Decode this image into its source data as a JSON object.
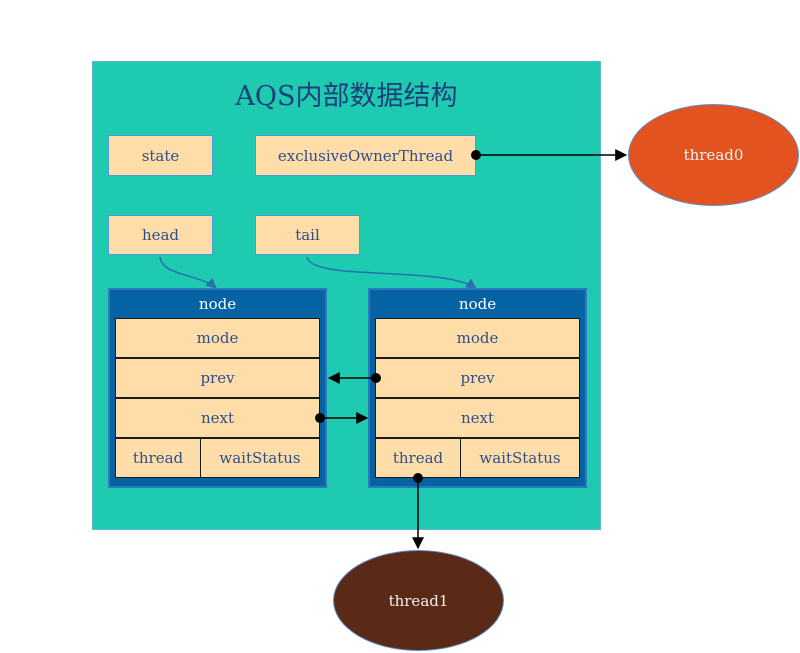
{
  "title": "AQS内部数据结构",
  "fields": {
    "state": "state",
    "owner": "exclusiveOwnerThread",
    "head": "head",
    "tail": "tail"
  },
  "nodes": [
    {
      "label": "node",
      "mode": "mode",
      "prev": "prev",
      "next": "next",
      "thread": "thread",
      "wait": "waitStatus"
    },
    {
      "label": "node",
      "mode": "mode",
      "prev": "prev",
      "next": "next",
      "thread": "thread",
      "wait": "waitStatus"
    }
  ],
  "threads": {
    "t0": "thread0",
    "t1": "thread1"
  },
  "colors": {
    "container": "#1ecbb1",
    "field": "#fedda9",
    "node": "#0563a3",
    "thread0": "#e2531f",
    "thread1": "#5a2a17"
  }
}
